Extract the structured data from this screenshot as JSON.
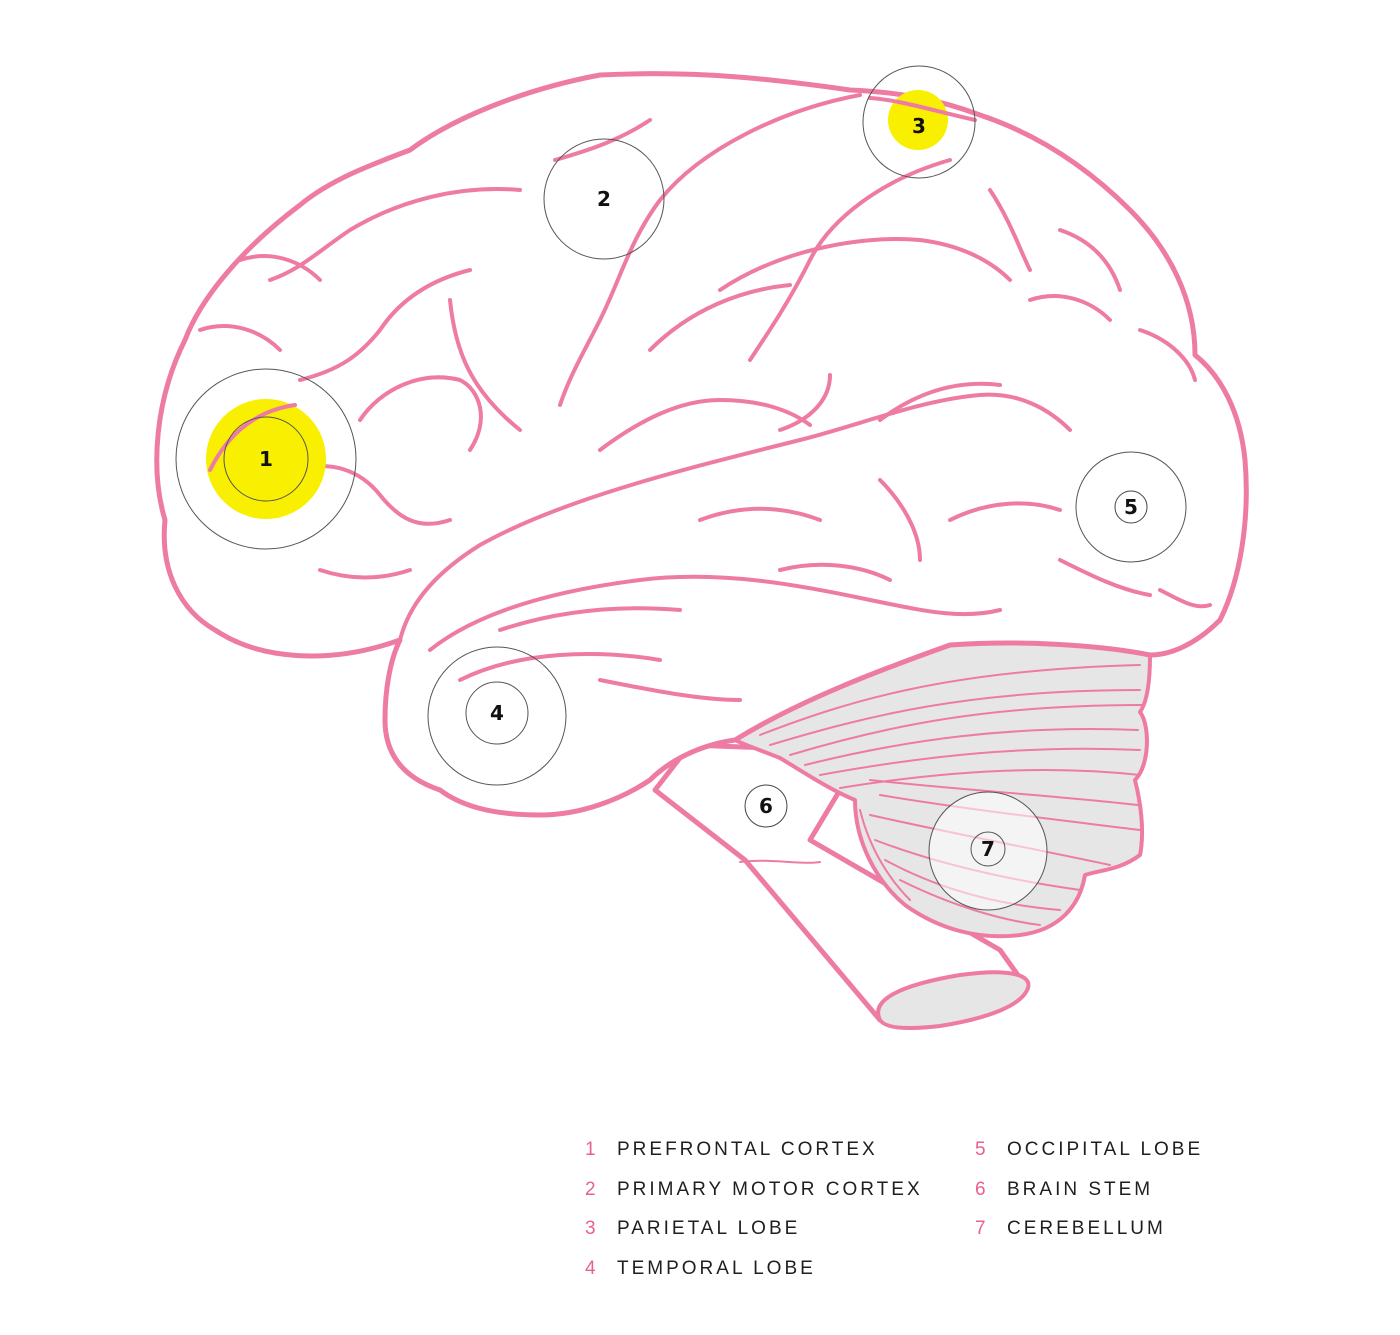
{
  "colors": {
    "outline": "#ee7ba3",
    "highlight": "#f9ef00",
    "grey": "#e6e6e6",
    "legend_number": "#e8618f"
  },
  "markers": [
    {
      "id": "1",
      "highlighted": true
    },
    {
      "id": "2",
      "highlighted": false
    },
    {
      "id": "3",
      "highlighted": true
    },
    {
      "id": "4",
      "highlighted": false
    },
    {
      "id": "5",
      "highlighted": false
    },
    {
      "id": "6",
      "highlighted": false
    },
    {
      "id": "7",
      "highlighted": false
    }
  ],
  "legend": {
    "column1": [
      {
        "num": "1",
        "label": "PREFRONTAL CORTEX"
      },
      {
        "num": "2",
        "label": "PRIMARY MOTOR CORTEX"
      },
      {
        "num": "3",
        "label": "PARIETAL LOBE"
      },
      {
        "num": "4",
        "label": "TEMPORAL LOBE"
      }
    ],
    "column2": [
      {
        "num": "5",
        "label": "OCCIPITAL LOBE"
      },
      {
        "num": "6",
        "label": "BRAIN STEM"
      },
      {
        "num": "7",
        "label": "CEREBELLUM"
      }
    ]
  }
}
